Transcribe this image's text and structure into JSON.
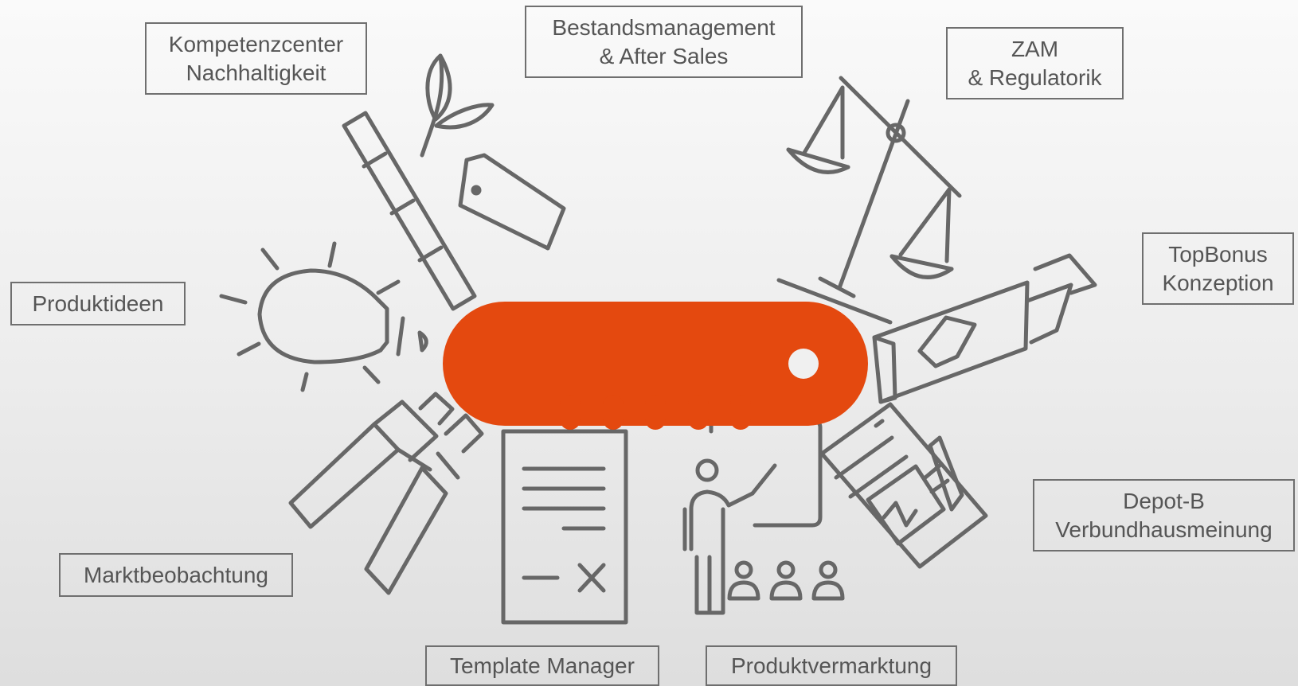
{
  "colors": {
    "tool_body": "#e4490f",
    "line": "#676767",
    "label_border": "#6f6f6f",
    "label_text": "#555555"
  },
  "labels": {
    "nachhaltigkeit": {
      "line1": "Kompetenzcenter",
      "line2": "Nachhaltigkeit",
      "icon": "plant-price-tag-icon"
    },
    "bestandsmanagement": {
      "line1": "Bestandsmanagement",
      "line2": "& After Sales",
      "icon": "plant-price-tag-icon"
    },
    "zam": {
      "line1": "ZAM",
      "line2": "& Regulatorik",
      "icon": "scales-icon"
    },
    "topbonus": {
      "line1": "TopBonus",
      "line2": "Konzeption",
      "icon": "ticket-icon"
    },
    "depot_b": {
      "line1": "Depot-B",
      "line2": "Verbundhausmeinung",
      "icon": "phone-document-icon"
    },
    "produktvermarktung": {
      "line1": "Produktvermarktung",
      "icon": "presenter-audience-icon"
    },
    "template_manager": {
      "line1": "Template Manager",
      "icon": "contract-document-icon"
    },
    "marktbeobachtung": {
      "line1": "Marktbeobachtung",
      "icon": "binoculars-icon"
    },
    "produktideen": {
      "line1": "Produktideen",
      "icon": "lightbulb-icon"
    }
  }
}
